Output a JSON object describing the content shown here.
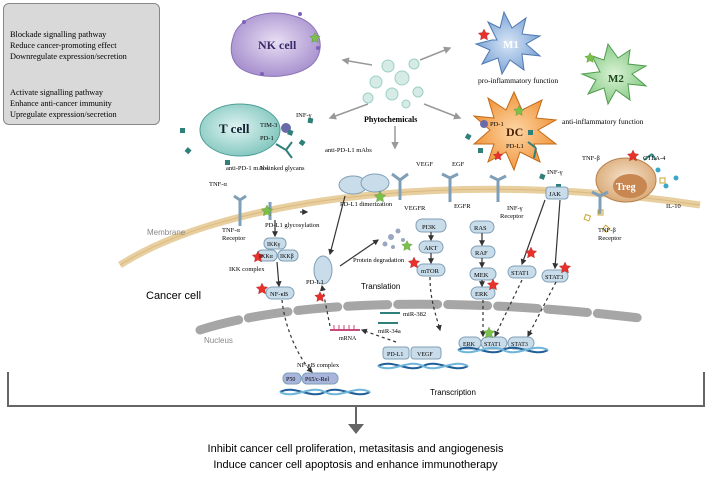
{
  "legend": {
    "blockade_lines": [
      "Blockade signalling pathway",
      "Reduce cancer-promoting effect",
      "Downregulate  expression/secretion"
    ],
    "activate_lines": [
      "Activate signalling pathway",
      "Enhance anti-cancer immunity",
      "Upregulate  expression/secretion"
    ]
  },
  "cells": {
    "nk": "NK cell",
    "m1": "M1",
    "m1_function": "pro-inflammatory function",
    "m2": "M2",
    "m2_function": "anti-inflammatory function",
    "tcell": "T cell",
    "tim3": "TIM-3",
    "pd1": "PD-1",
    "dc": "DC",
    "dc_pd1": "PD-1",
    "dc_pdl1": "PD-L1",
    "treg": "Treg",
    "ctla4": "CTLA-4",
    "cancer_cell": "Cancer cell"
  },
  "labels": {
    "phytochemicals": "Phytochemicals",
    "inf_gamma_top": "INF-γ",
    "anti_pd1": "anti-PD-1 mAbs",
    "n_glycans": "N-linked glycans",
    "anti_pdl1": "anti-PD-L1 mAbs",
    "vegf": "VEGF",
    "egf": "EGF",
    "inf_gamma_dc": "INF-γ",
    "tnf_beta": "TNF-β",
    "il10": "IL-10",
    "tnf_alpha": "TNF-α",
    "pdl1_glyco": "PD-L1 glycosylation",
    "pdl1_dimer": "PD-L1 dimerization",
    "vegfr": "VEGFR",
    "egfr": "EGFR",
    "inf_gamma_receptor": "INF-γ\nReceptor",
    "jak": "JAK",
    "tnf_beta_receptor": "TNF-β\nReceptor",
    "membrane": "Membrane",
    "tnf_alpha_receptor": "TNF-α\nReceptor",
    "ikkg": "IKKγ",
    "ikka": "IKKα",
    "ikkb": "IKKβ",
    "ikk_complex": "IKK complex",
    "protein_degradation": "Protein degradation",
    "pi3k": "PI3K",
    "akt": "AKT",
    "mtor": "mTOR",
    "ras": "RAS",
    "raf": "RAF",
    "mek": "MEK",
    "erk": "ERK",
    "stat1": "STAT1",
    "stat3": "STAT3",
    "nfkb": "NF-κB",
    "pdl1": "PD-L1",
    "translation": "Translation",
    "mir382": "miR-382",
    "mir34a": "miR-34a",
    "mrna": "mRNA",
    "nucleus": "Nucleus",
    "nfkb_complex": "NF-κB complex",
    "p50": "P50",
    "p65": "P65/c-Rel",
    "gene_pdl1": "PD-L1",
    "gene_vegf": "VEGF",
    "erk_n": "ERK",
    "stat1_n": "STAT1",
    "stat3_n": "STAT3",
    "transcription": "Transcription"
  },
  "outcome": {
    "line1": "Inhibit cancer cell proliferation, metasitasis and angiogenesis",
    "line2": "Induce cancer cell  apoptosis and enhance immunotherapy"
  },
  "colors": {
    "membrane": "#e8cfa0",
    "membrane_stroke": "#d4aa6a",
    "nucleus_membrane": "#a6a6a6",
    "red_star": "#e8312b",
    "green_star": "#7bc04a",
    "box_fill": "#c9dce9",
    "box_stroke": "#7f9fb8",
    "legend_bg": "#d9d9d9",
    "teal": "#2f7f7a",
    "nk_purple": "#b9a6d6",
    "m1_blue": "#7ea7d8",
    "m2_green": "#8cd08c",
    "dc_orange": "#f09a3a",
    "treg_tan": "#e2b98c",
    "tcell_teal": "#9fd6d0"
  }
}
